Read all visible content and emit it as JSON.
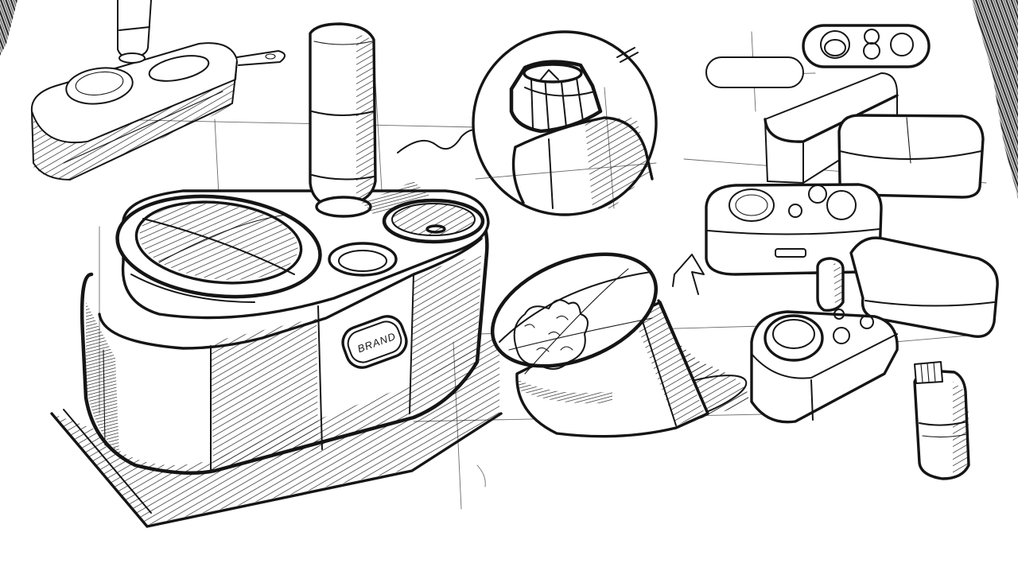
{
  "sketch": {
    "product_brand_label": "BRAND",
    "colors": {
      "paper": "#ffffff",
      "ink": "#151515",
      "desk_corner": "#2a2a2a"
    },
    "views": [
      "small-top-left-perspective",
      "main-dispenser-perspective",
      "bottle-cap-detail-circle",
      "tilted-bowl-lid",
      "right-column-variations",
      "small-bottle"
    ]
  }
}
